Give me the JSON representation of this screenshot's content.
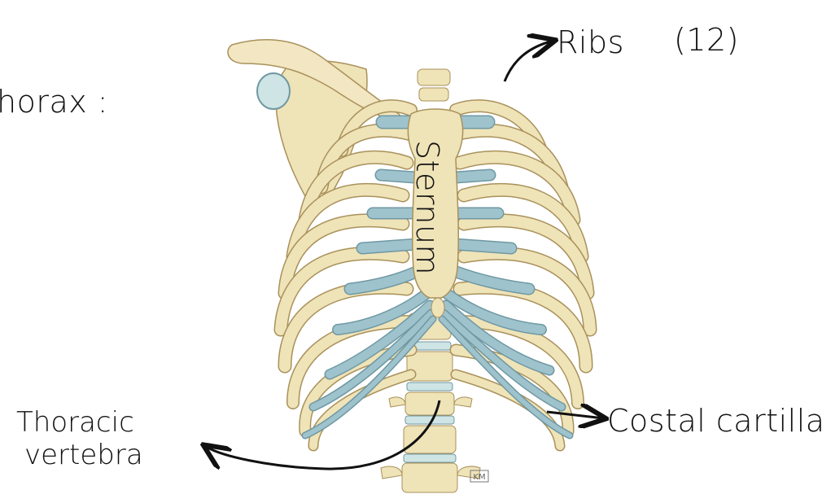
{
  "annotations": {
    "heading": "horax :",
    "ribs": "Ribs",
    "ribs_count": "(12)",
    "sternum": "Sternum",
    "thoracic_line1": "Thoracic",
    "thoracic_line2": "vertebra",
    "costal": "Costal cartillage"
  },
  "signature": "KM",
  "colors": {
    "bone": "#efe3b8",
    "bone_stroke": "#a9915a",
    "cartilage": "#9ec3cc",
    "cartilage_stroke": "#6f98a3",
    "ink": "#111111"
  }
}
